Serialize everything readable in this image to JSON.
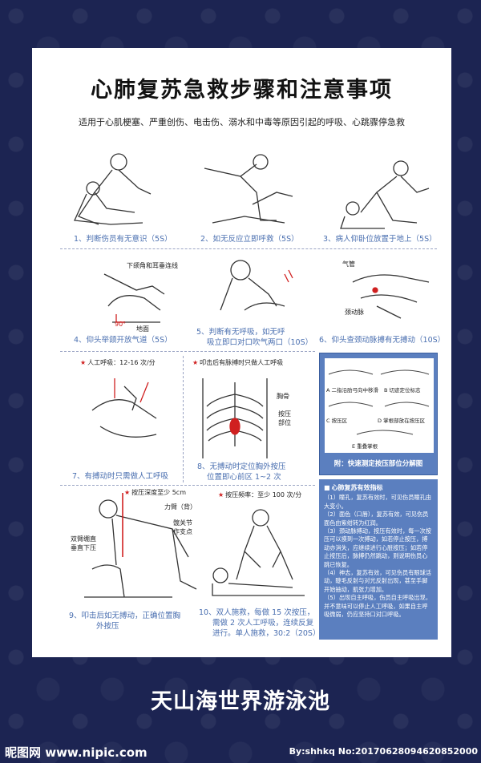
{
  "title": "心肺复苏急救步骤和注意事项",
  "subtitle": "适用于心肌梗塞、严重创伤、电击伤、溺水和中毒等原因引起的呼吸、心跳骤停急救",
  "steps": [
    {
      "caption": "1、判断伤员有无意识（5S）"
    },
    {
      "caption": "2、如无反应立即呼救（5S）"
    },
    {
      "caption": "3、病人仰卧位放置于地上（5S）"
    },
    {
      "caption": "4、仰头举颌开放气道（5S）"
    },
    {
      "caption_line1": "5、判断有无呼吸，如无呼",
      "caption_line2": "吸立即口对口吹气两口（10S）"
    },
    {
      "caption": "6、仰头查颈动脉搏有无搏动（10S）"
    },
    {
      "caption": "7、有搏动时只需做人工呼吸"
    },
    {
      "caption_line1": "8、无搏动时定位胸外按压",
      "caption_line2": "位置即心前区 1~2 次"
    },
    {
      "caption_line1": "9、叩击后如无搏动，正确位置胸",
      "caption_line2": "外按压"
    },
    {
      "caption_line1": "10、双人施救，每做 15 次按压，",
      "caption_line2": "需做 2 次人工呼吸，连续反复",
      "caption_line3": "进行。单人施救，30:2（20S）"
    }
  ],
  "annotations": {
    "chin_line": "下颌角和耳垂连线",
    "ground": "地面",
    "angle": "90°",
    "trachea": "气管",
    "carotid": "颈动脉",
    "rescue_breath": "人工呼吸：12-16 次/分",
    "tap_chest": "叩击后有脉搏时只做人工呼吸",
    "sternum": "胸骨",
    "press_site_1": "按压",
    "press_site_2": "部位",
    "press_depth": "按压深度至少 5cm",
    "arm_force": "力臂（背）",
    "hip_joint_1": "髋关节",
    "hip_joint_2": "作支点",
    "arm_straight_1": "双臂绷直",
    "arm_straight_2": "垂直下压",
    "press_rate": "按压频率：至少 100 次/分"
  },
  "quick_locate": {
    "a": "A 二指沿肋弓向中移滑",
    "b": "B 切迹定位标志",
    "c": "C 按压区",
    "d": "D 掌根部放在按压区",
    "e": "E 重叠掌根",
    "caption": "附：快速测定按压部位分解图"
  },
  "effective": {
    "heading": "心肺复苏有效指标",
    "items": [
      "（1）瞳孔，复苏有效时，可见伤员瞳孔由大变小。",
      "（2）面色（口唇），复苏有效，可见伤员面色由紫绀转为红润。",
      "（3）颈动脉搏动，按压有效时，每一次按压可以摸到一次搏动，如若停止按压，搏动亦消失，应继续进行心脏按压；如若停止按压后，脉搏仍然跳动，则说明伤员心跳已恢复。",
      "（4）神志，复苏有效，可见伤员有眼球活动，睫毛反射与对光反射出现，甚至手脚开始抽动，肌张力增加。",
      "（5）出现自主呼吸，伤员自主呼吸出现，并不意味可以停止人工呼吸，如果自主呼吸微弱，仍应坚持口对口呼吸。"
    ]
  },
  "footer": {
    "venue": "天山海世界游泳池",
    "site_logo": "昵图网 www.nipic.com",
    "author": "By:shhkq No:20170628094620852000"
  }
}
